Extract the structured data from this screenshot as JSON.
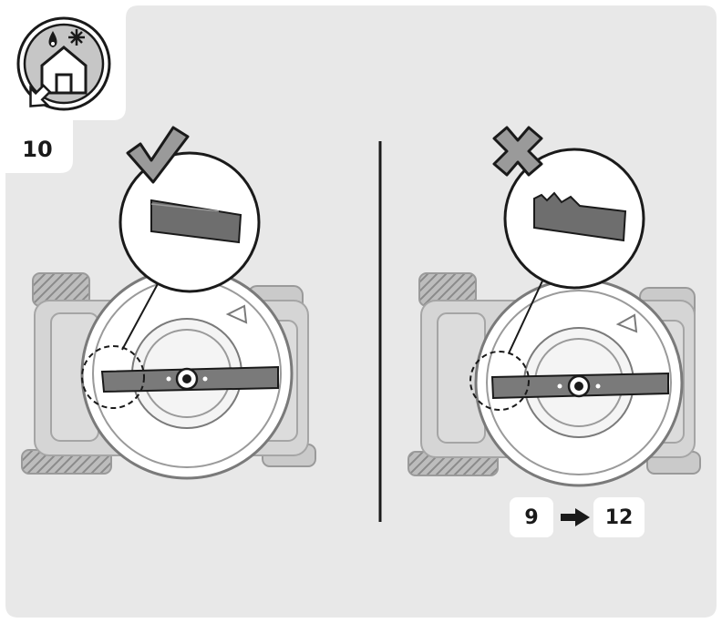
{
  "step": {
    "number": "10"
  },
  "indoor_storage_icon": {
    "name": "indoor-storage-icon"
  },
  "panels": [
    {
      "status": "correct",
      "status_icon": "check-icon",
      "blade_edge": "intact"
    },
    {
      "status": "incorrect",
      "status_icon": "cross-icon",
      "blade_edge": "damaged"
    }
  ],
  "reference": {
    "from": "9",
    "to": "12",
    "arrow_icon": "arrow-right-icon"
  },
  "colors": {
    "panel_background": "#e8e8e8",
    "line": "#1a1a1a",
    "blade": "#7a7a7a",
    "mower_body": "#d2d2d2",
    "wheel": "#b4b4b4"
  }
}
